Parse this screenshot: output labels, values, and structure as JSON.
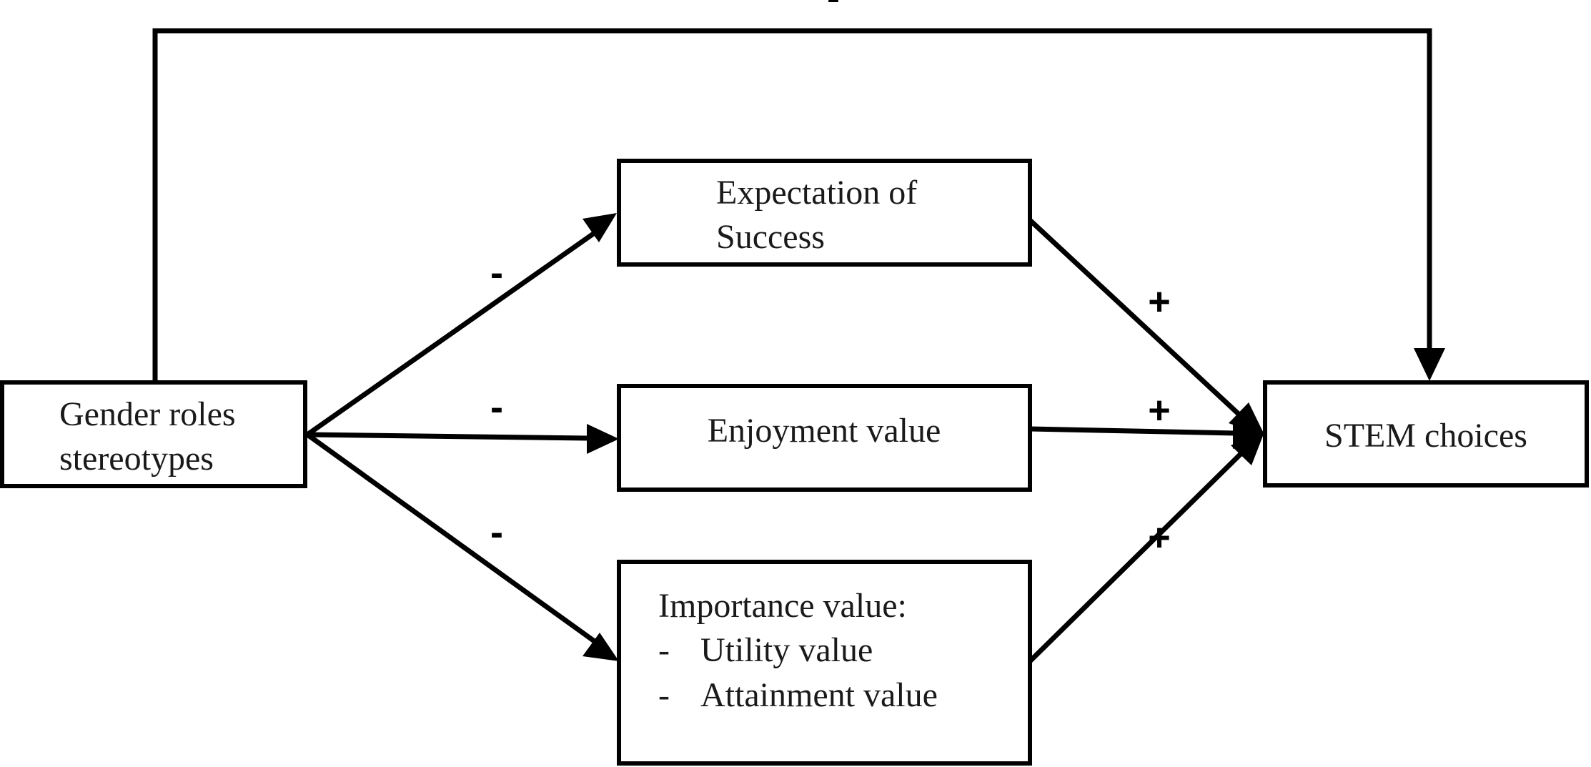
{
  "nodes": {
    "gender": {
      "line1": "Gender roles",
      "line2": "stereotypes"
    },
    "expectation": {
      "line1": "Expectation of",
      "line2": "Success"
    },
    "enjoyment": {
      "label": "Enjoyment value"
    },
    "importance": {
      "title": "Importance value:",
      "bullet1_marker": "-",
      "bullet1": "Utility value",
      "bullet2_marker": "-",
      "bullet2": "Attainment value"
    },
    "stem": {
      "label": "STEM choices"
    }
  },
  "edges": {
    "gender_to_stem": "-",
    "gender_to_expectation": "-",
    "gender_to_enjoyment": "-",
    "gender_to_importance": "-",
    "expectation_to_stem": "+",
    "enjoyment_to_stem": "+",
    "importance_to_stem": "+"
  },
  "colors": {
    "stroke": "#000000",
    "text": "#1a1a1a",
    "background": "#ffffff"
  }
}
